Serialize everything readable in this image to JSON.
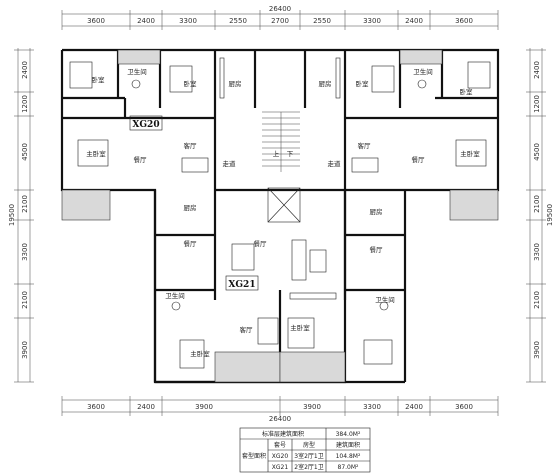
{
  "dimensions": {
    "overall_width": "26400",
    "overall_depth": "19500",
    "top_segments": [
      "3600",
      "2400",
      "3300",
      "2550",
      "2700",
      "2550",
      "3300",
      "2400",
      "3600"
    ],
    "bottom_segments": [
      "3600",
      "2400",
      "3900",
      "3900",
      "3300",
      "2400",
      "3600"
    ],
    "left_segments": [
      "2400",
      "1200",
      "4500",
      "2100",
      "3300",
      "2100",
      "3900"
    ],
    "right_segments": [
      "2400",
      "1200",
      "4500",
      "2100",
      "3300",
      "2100",
      "3900"
    ]
  },
  "unit_tags": {
    "upper": "XG20",
    "lower": "XG21"
  },
  "rooms": {
    "bedroom": "卧室",
    "bathroom": "卫生间",
    "kitchen": "厨房",
    "dining": "餐厅",
    "living": "客厅",
    "master_bedroom": "主卧室",
    "corridor": "走道",
    "stair_up": "上",
    "stair_down": "下"
  },
  "table": {
    "header_label": "标准层建筑面积",
    "header_value": "384.0M²",
    "row_group_label": "套型面积",
    "columns": [
      "套号",
      "房型",
      "建筑面积"
    ],
    "rows": [
      {
        "id": "XG20",
        "type": "3室2厅1卫",
        "area": "104.8M²"
      },
      {
        "id": "XG21",
        "type": "2室2厅1卫",
        "area": "87.0M²"
      }
    ]
  }
}
